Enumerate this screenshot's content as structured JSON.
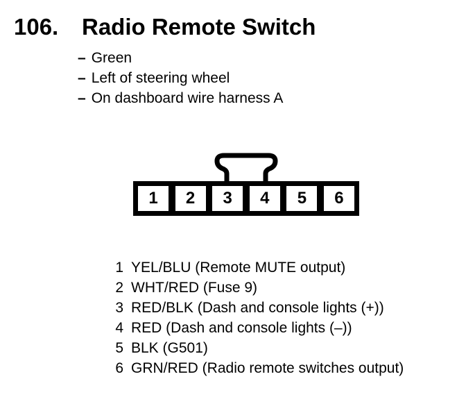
{
  "document": {
    "item_number": "106.",
    "title": "Radio Remote Switch",
    "bullet_prefix": "–",
    "attributes": [
      "Green",
      "Left of steering wheel",
      "On dashboard wire harness A"
    ]
  },
  "connector": {
    "cavities": [
      "1",
      "2",
      "3",
      "4",
      "5",
      "6"
    ]
  },
  "pinout": [
    {
      "pin": "1",
      "description": "YEL/BLU (Remote MUTE output)"
    },
    {
      "pin": "2",
      "description": "WHT/RED (Fuse 9)"
    },
    {
      "pin": "3",
      "description": "RED/BLK (Dash and console lights (+))"
    },
    {
      "pin": "4",
      "description": "RED (Dash and console lights (–))"
    },
    {
      "pin": "5",
      "description": "BLK (G501)"
    },
    {
      "pin": "6",
      "description": "GRN/RED (Radio remote switches output)"
    }
  ],
  "colors": {
    "ink": "#000000",
    "paper": "#ffffff"
  }
}
